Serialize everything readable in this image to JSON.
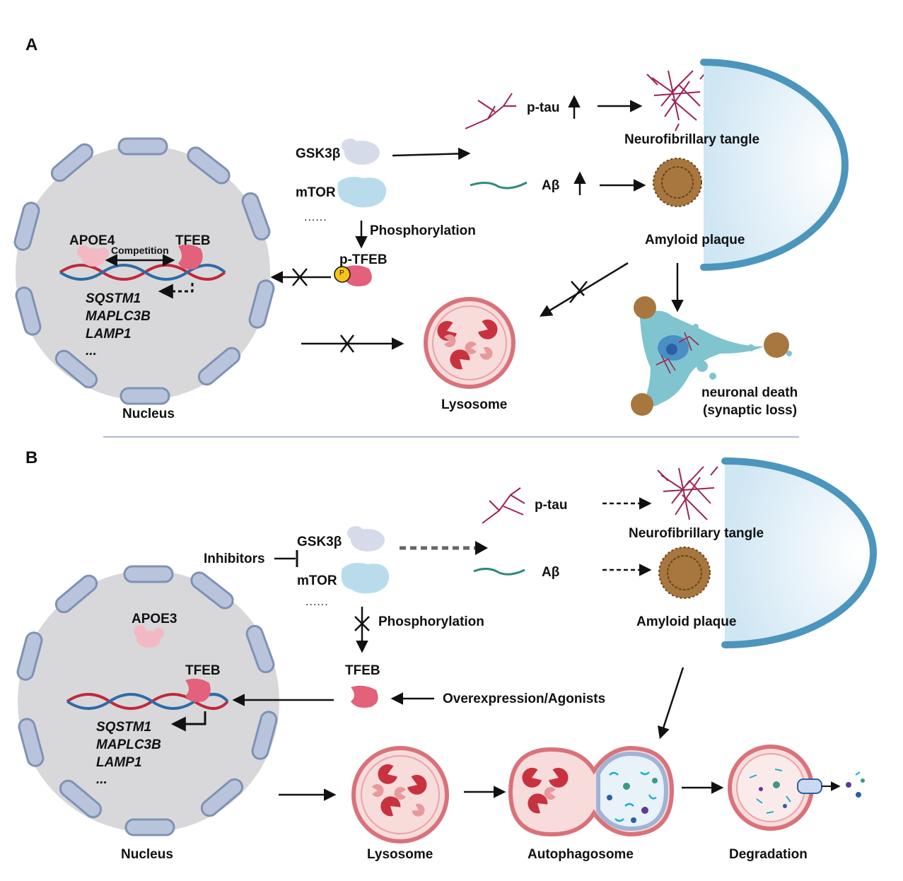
{
  "panel_a": {
    "label": "A",
    "nucleus": "Nucleus",
    "apoe": "APOE4",
    "tfeb": "TFEB",
    "competition": "Competition",
    "genes": [
      "SQSTM1",
      "MAPLC3B",
      "LAMP1",
      "..."
    ],
    "gsk3b": "GSK3β",
    "mtor": "mTOR",
    "dots": "......",
    "phosphorylation": "Phosphorylation",
    "p_tfeb": "p-TFEB",
    "p_badge": "P",
    "ptau": "p-tau",
    "abeta": "Aβ",
    "tangle": "Neurofibrillary tangle",
    "plaque": "Amyloid plaque",
    "lysosome": "Lysosome",
    "death_line1": "neuronal death",
    "death_line2": "(synaptic loss)"
  },
  "panel_b": {
    "label": "B",
    "inhibitors": "Inhibitors",
    "gsk3b": "GSK3β",
    "mtor": "mTOR",
    "dots": "......",
    "phosphorylation": "Phosphorylation",
    "apoe": "APOE3",
    "tfeb_nucleus": "TFEB",
    "tfeb": "TFEB",
    "genes": [
      "SQSTM1",
      "MAPLC3B",
      "LAMP1",
      "..."
    ],
    "overexpression": "Overexpression/Agonists",
    "ptau": "p-tau",
    "abeta": "Aβ",
    "tangle": "Neurofibrillary tangle",
    "plaque": "Amyloid plaque",
    "nucleus": "Nucleus",
    "lysosome": "Lysosome",
    "autophagosome": "Autophagosome",
    "degradation": "Degradation"
  },
  "colors": {
    "nucleus_fill": "#d8d8da",
    "nucleus_pore": "#b8c4dc",
    "dna_red": "#c0283a",
    "dna_blue": "#2e6aa8",
    "tfeb": "#e3617a",
    "apoe": "#f2b9c4",
    "gsk3b": "#d6dbea",
    "mtor": "#b9dced",
    "cell_arc": "#4c95bd",
    "lysosome_ring": "#d9727a",
    "lysosome_fill": "#f8dcdc",
    "tangle": "#9b2355",
    "plaque": "#8a5a2a",
    "neuron": "#7fc4cf"
  }
}
